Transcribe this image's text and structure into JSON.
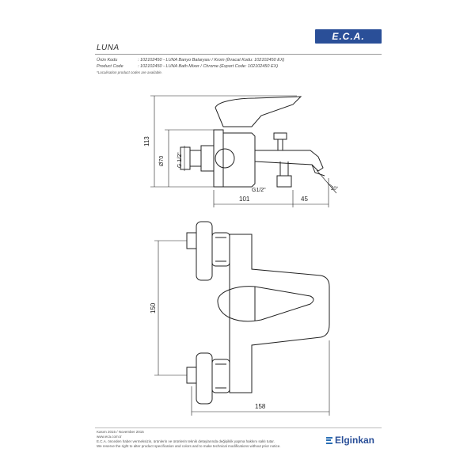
{
  "brand": {
    "logo_text": "E.C.A."
  },
  "product": {
    "name": "LUNA",
    "tr_label": "Ürün Kodu",
    "tr_value": ": 102102450 - LUNA Banyo Bataryası / Krom (İhracat Kodu: 102102450 EX)",
    "en_label": "Product Code",
    "en_value": ": 102102450 - LUNA Bath Mixer / Chrome (Export Code: 102102450 EX)",
    "note": "*Localisation product codes are available."
  },
  "dimensions": {
    "height_113": "113",
    "dia_70": "Ø70",
    "g_half_side": "G 1/2\"",
    "g_half_outlet": "G1/2\"",
    "w_101": "101",
    "w_45": "45",
    "angle": "20°",
    "h_150": "150",
    "w_158": "158"
  },
  "footer": {
    "date": "Kasım 2015 / November 2015",
    "url": "www.eca.com.tr",
    "tr_notice": "E.C.A. önceden haber vermeksizin, ürünlerin ve ürünlerin teknik detaylarında değişiklik yapma hakkını saklı tutar.",
    "en_notice": "We reserve the right to alter product specification and colors and to make technical modifications without prior notice.",
    "partner": "Elginkan"
  }
}
